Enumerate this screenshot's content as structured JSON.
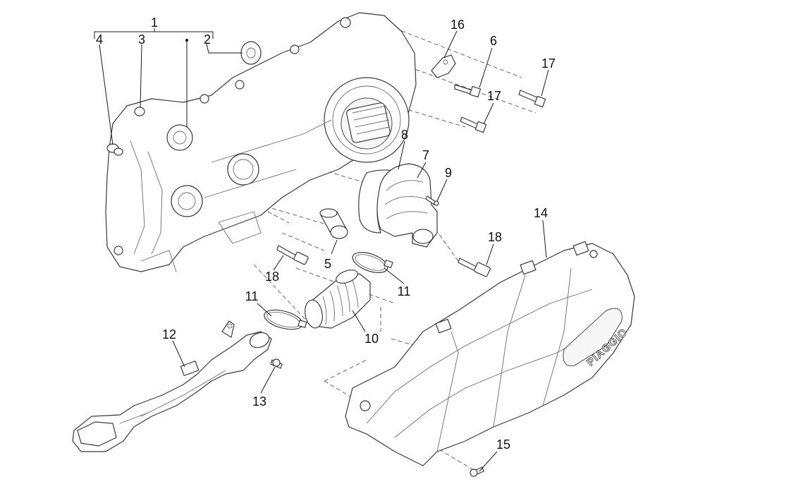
{
  "diagram": {
    "brand_mark": "PIAGGIO",
    "callouts": [
      "1",
      "2",
      "3",
      "4",
      "5",
      "6",
      "7",
      "8",
      "9",
      "10",
      "11",
      "11",
      "12",
      "13",
      "14",
      "15",
      "16",
      "17",
      "17",
      "18",
      "18"
    ]
  }
}
